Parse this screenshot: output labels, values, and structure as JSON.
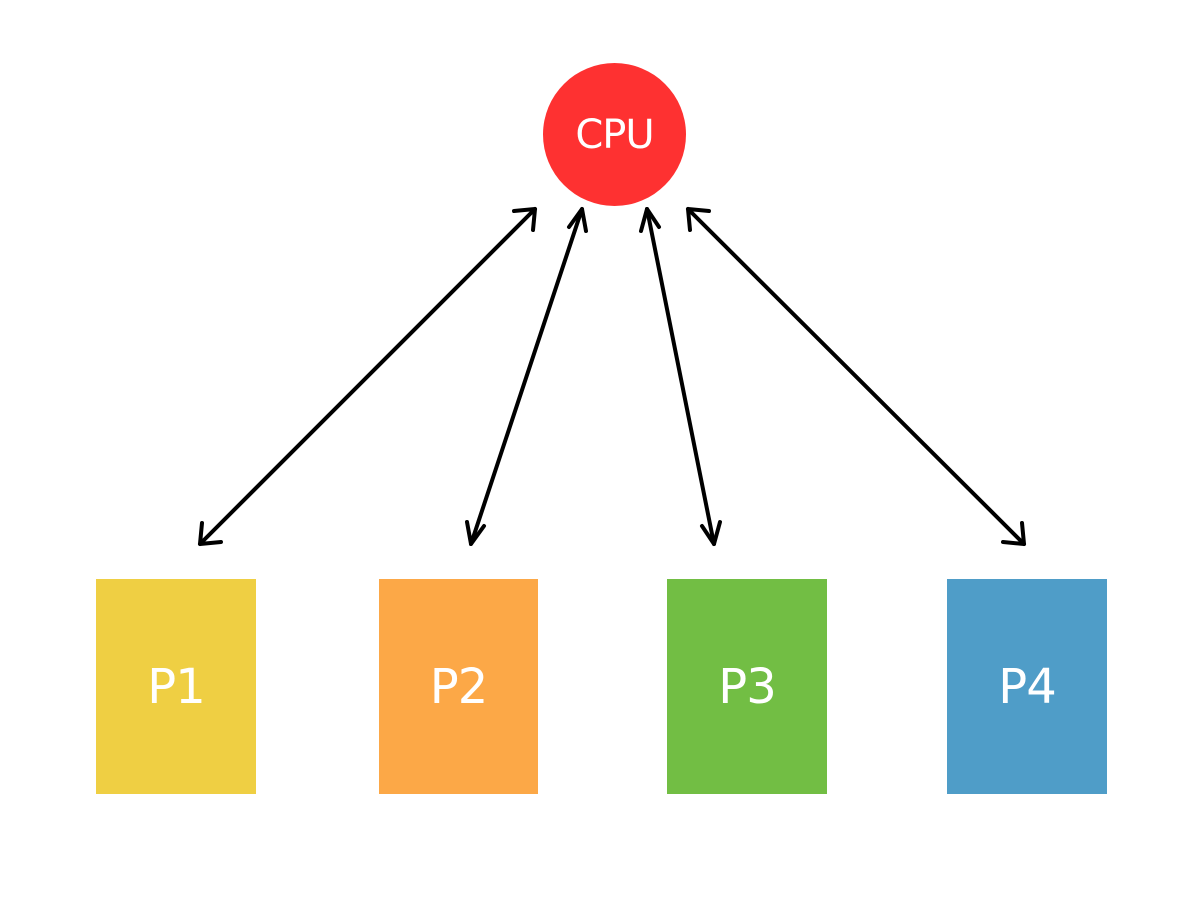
{
  "cpu": {
    "label": "CPU",
    "color": "#fe3131"
  },
  "processes": [
    {
      "label": "P1",
      "color": "#efcf43"
    },
    {
      "label": "P2",
      "color": "#fca847"
    },
    {
      "label": "P3",
      "color": "#72be44"
    },
    {
      "label": "P4",
      "color": "#4f9dc8"
    }
  ],
  "connections": [
    {
      "from": "CPU",
      "to": "P1",
      "style": "double-arrow"
    },
    {
      "from": "CPU",
      "to": "P2",
      "style": "double-arrow"
    },
    {
      "from": "CPU",
      "to": "P3",
      "style": "double-arrow"
    },
    {
      "from": "CPU",
      "to": "P4",
      "style": "double-arrow"
    }
  ],
  "arrow_color": "#000000"
}
